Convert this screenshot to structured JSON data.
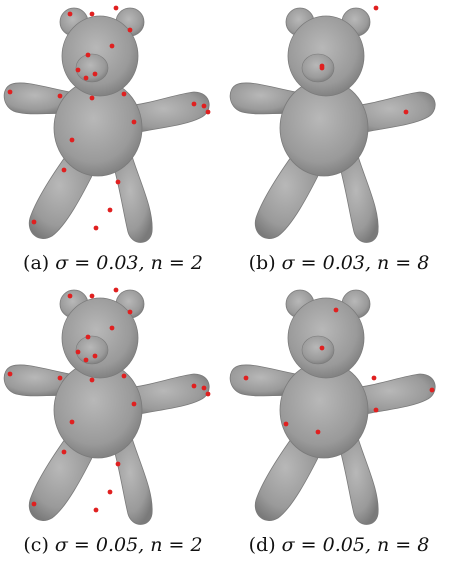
{
  "colors": {
    "mesh": "#9a9a9a",
    "mesh_light": "#b8b8b8",
    "mesh_dark": "#7a7a7a",
    "keypoint": "#e02020",
    "caption_text": "#111111"
  },
  "figure": {
    "panels": [
      {
        "id": "a",
        "label": "(a)",
        "caption_math": "σ = 0.03, n = 2",
        "keypoint_density": "high"
      },
      {
        "id": "b",
        "label": "(b)",
        "caption_math": "σ = 0.03, n = 8",
        "keypoint_density": "low"
      },
      {
        "id": "c",
        "label": "(c)",
        "caption_math": "σ = 0.05, n = 2",
        "keypoint_density": "high"
      },
      {
        "id": "d",
        "label": "(d)",
        "caption_math": "σ = 0.05, n = 8",
        "keypoint_density": "medium"
      }
    ]
  }
}
